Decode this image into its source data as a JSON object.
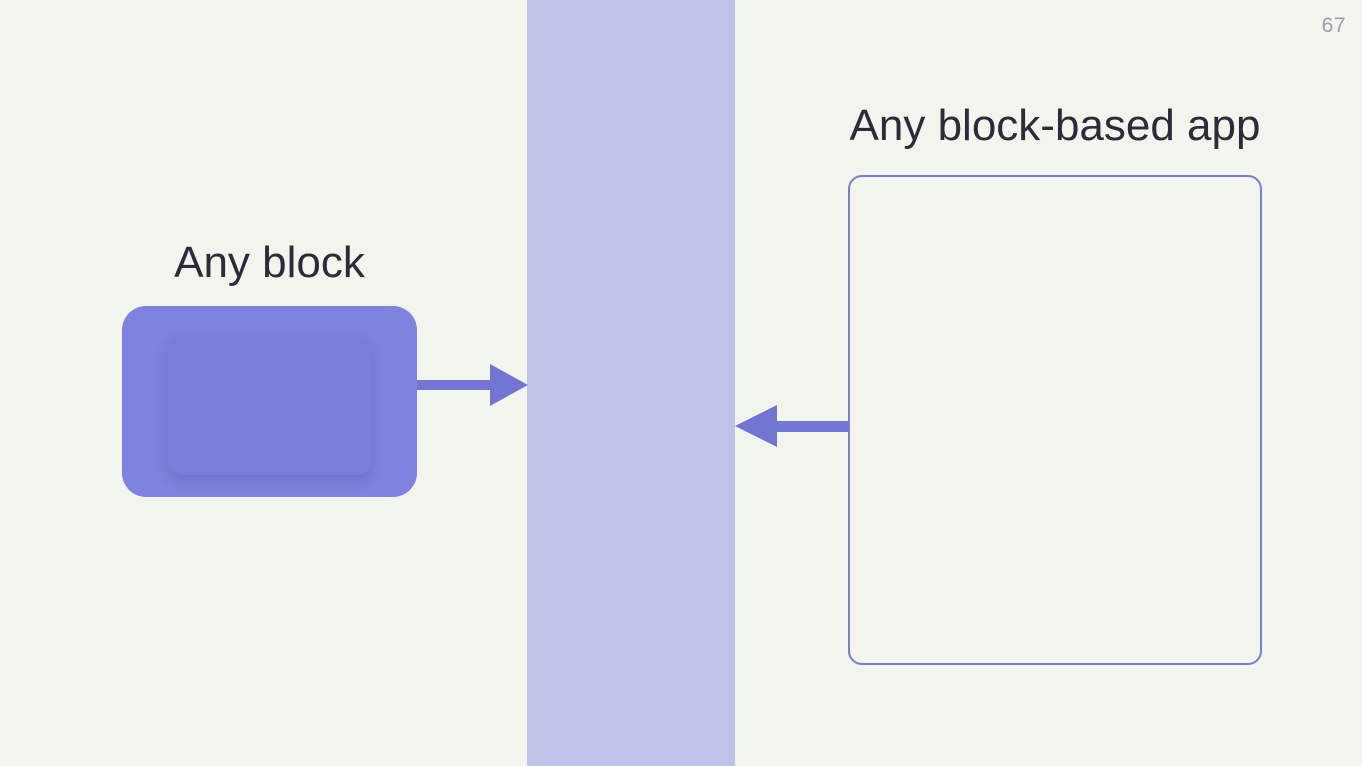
{
  "slide": {
    "page_number": "67",
    "background_color": "#f2f4ee",
    "text_color": "#2b2c3a"
  },
  "center_band": {
    "color": "#c0c2e8"
  },
  "left": {
    "label": "Any block",
    "block_color": "#7f82de",
    "block_inner_color": "#7a7dd9"
  },
  "right": {
    "label": "Any block-based app",
    "box_border_color": "#7a7ecb"
  },
  "arrows": {
    "color": "#7276d2"
  }
}
